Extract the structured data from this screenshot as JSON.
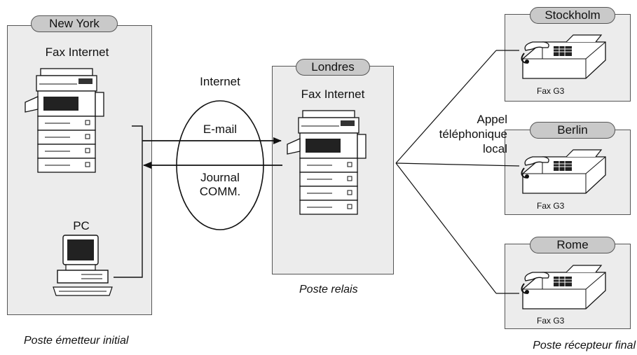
{
  "origin": {
    "city": "New York",
    "device": "Fax Internet",
    "pc_label": "PC",
    "caption": "Poste émetteur initial"
  },
  "network": {
    "cloud_label": "Internet",
    "email_label": "E-mail",
    "journal_line1": "Journal",
    "journal_line2": "COMM."
  },
  "relay": {
    "city": "Londres",
    "device": "Fax Internet",
    "caption": "Poste relais"
  },
  "phone_call": {
    "line1": "Appel",
    "line2": "téléphonique",
    "line3": "local"
  },
  "receivers": [
    {
      "city": "Stockholm",
      "device": "Fax G3"
    },
    {
      "city": "Berlin",
      "device": "Fax G3"
    },
    {
      "city": "Rome",
      "device": "Fax G3"
    }
  ],
  "receiver_caption": "Poste récepteur final"
}
